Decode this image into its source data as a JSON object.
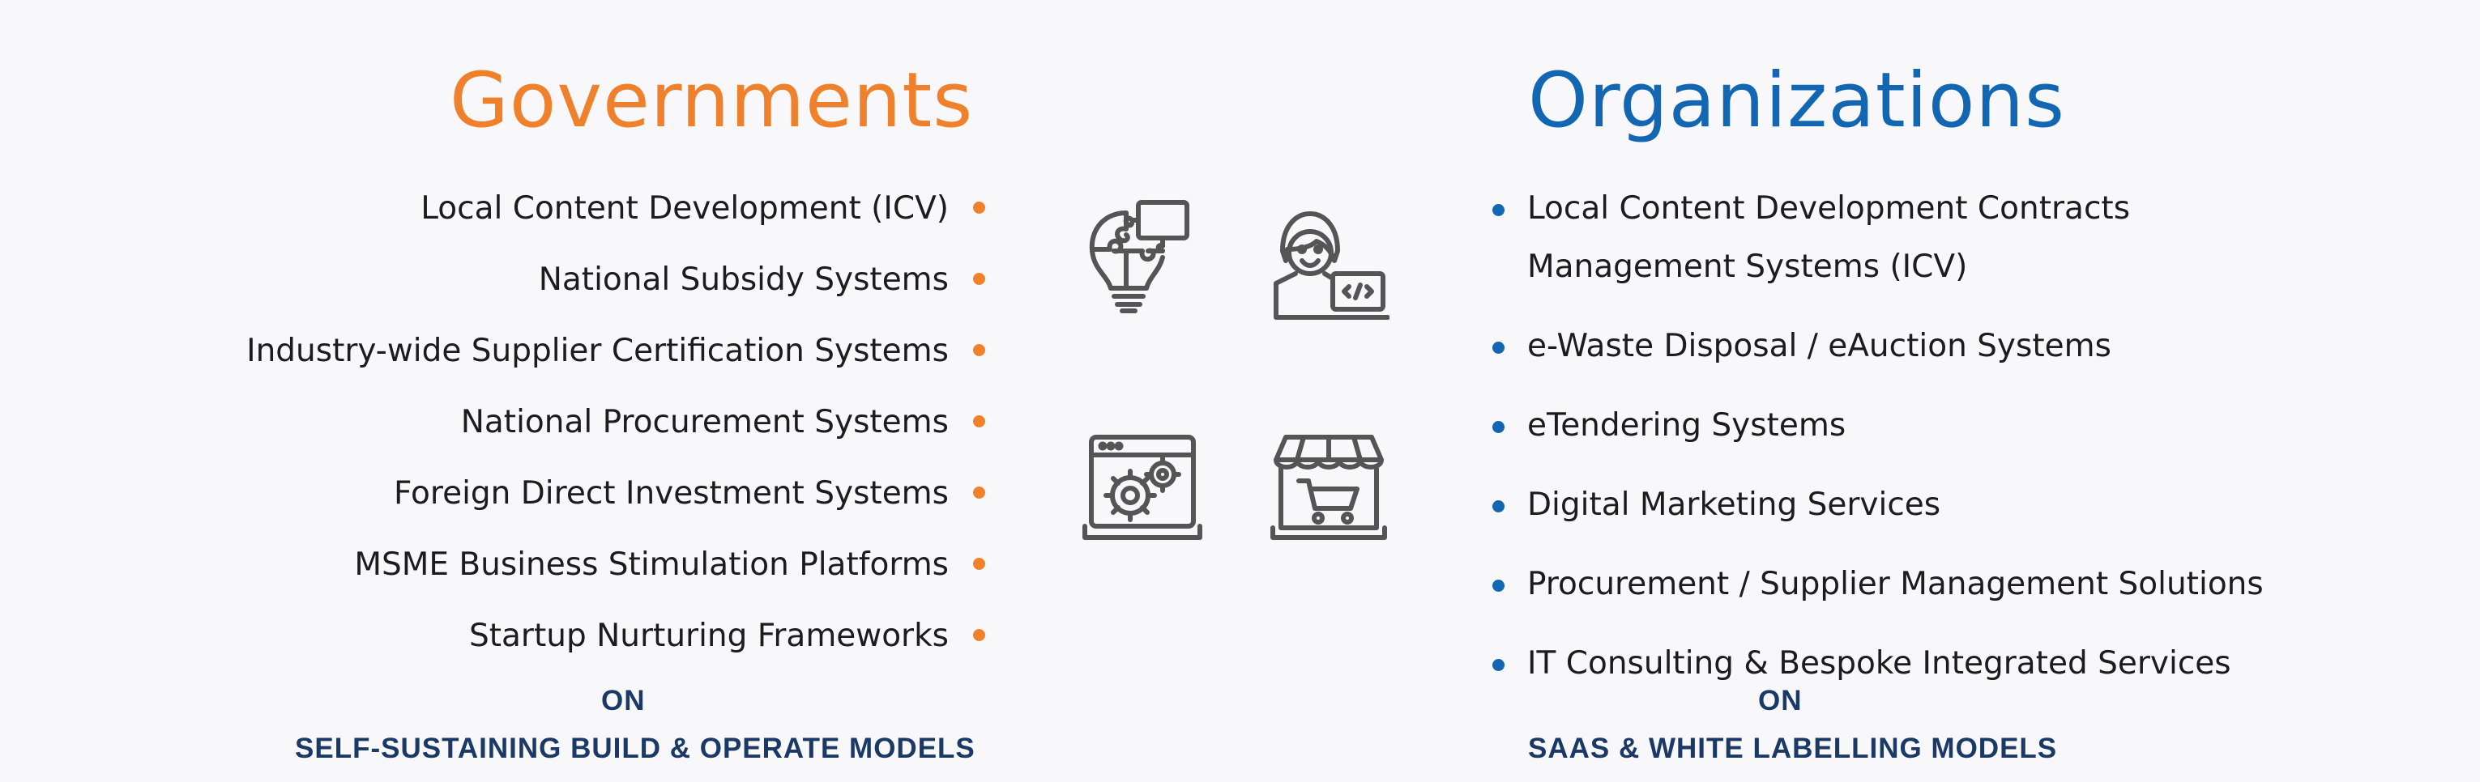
{
  "governments": {
    "title": "Governments",
    "items": [
      "Local Content Development (ICV)",
      "National Subsidy Systems",
      "Industry-wide Supplier Certification Systems",
      "National Procurement Systems",
      "Foreign Direct Investment Systems",
      "MSME Business Stimulation Platforms",
      "Startup Nurturing Frameworks"
    ],
    "footer_on": "ON",
    "footer_model": "SELF-SUSTAINING BUILD & OPERATE MODELS"
  },
  "organizations": {
    "title": "Organizations",
    "items": [
      "Local Content Development Contracts\nManagement Systems (ICV)",
      "e-Waste Disposal / eAuction Systems",
      "eTendering Systems",
      "Digital Marketing Services",
      "Procurement / Supplier Management Solutions",
      "IT Consulting & Bespoke Integrated Services"
    ],
    "footer_on": "ON",
    "footer_model": "SAAS & WHITE LABELLING MODELS"
  },
  "icons": [
    "lightbulb-puzzle-icon",
    "developer-laptop-icon",
    "gear-browser-icon",
    "ecommerce-store-icon"
  ],
  "colors": {
    "governments_accent": "#f0812c",
    "organizations_accent": "#1266b2",
    "footer_text": "#1b3966",
    "icon_stroke": "#555555"
  }
}
